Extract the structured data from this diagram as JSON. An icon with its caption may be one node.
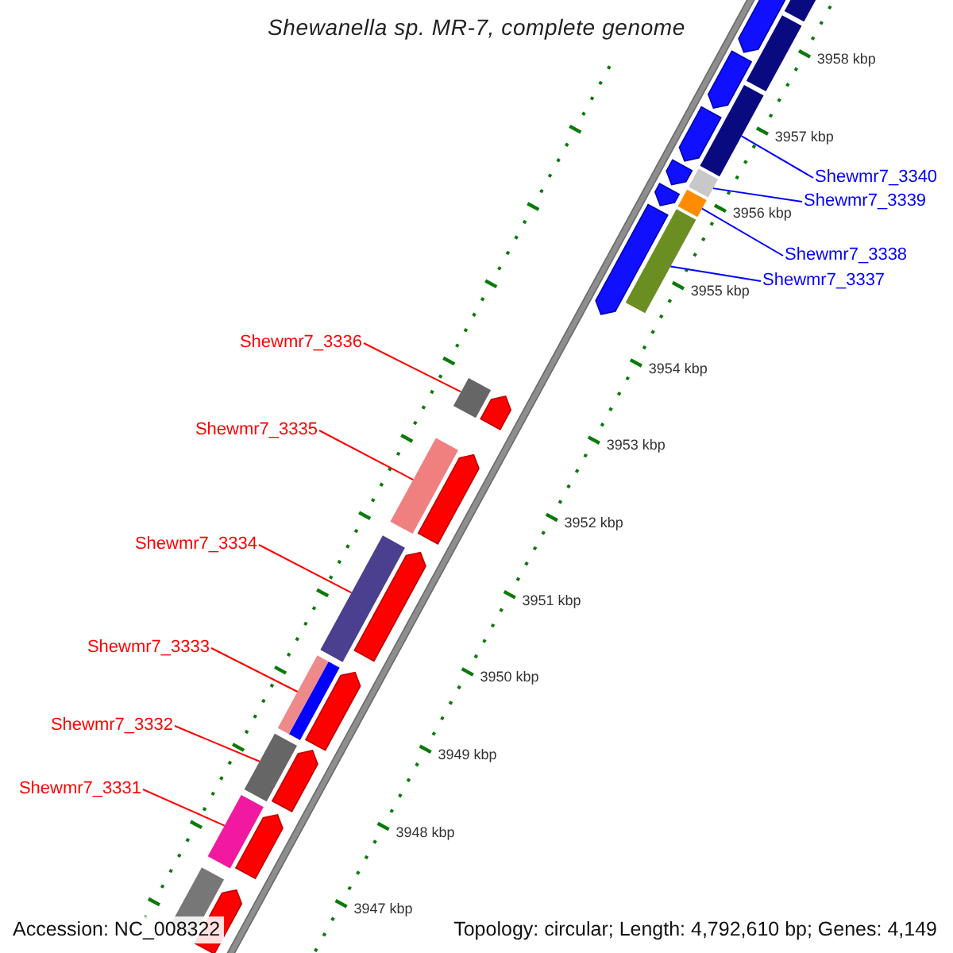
{
  "diagram": {
    "title": "Shewanella sp. MR-7, complete genome",
    "nodes": [
      {
        "text": [
          "Shewmr7_3340"
        ]
      },
      {
        "text": [
          "Shewmr7_3339"
        ]
      },
      {
        "text": [
          "Shewmr7_3338"
        ]
      },
      {
        "text": [
          "Shewmr7_3337"
        ]
      },
      {
        "text": [
          "Shewmr7_3336"
        ]
      },
      {
        "text": [
          "Shewmr7_3335"
        ]
      },
      {
        "text": [
          "Shewmr7_3334"
        ]
      },
      {
        "text": [
          "Shewmr7_3333"
        ]
      },
      {
        "text": [
          "Shewmr7_3332"
        ]
      },
      {
        "text": [
          "Shewmr7_3331"
        ]
      },
      {
        "text": [],
        "shape": "box"
      },
      {
        "text": [],
        "shape": "box"
      },
      {
        "text": [],
        "shape": "box"
      },
      {
        "text": [],
        "shape": "box"
      },
      {
        "text": [],
        "shape": "box"
      },
      {
        "text": [],
        "shape": "box"
      },
      {
        "text": [],
        "shape": "box"
      },
      {
        "text": [],
        "shape": "box"
      },
      {
        "text": [],
        "shape": "box"
      },
      {
        "text": [],
        "shape": "box"
      }
    ],
    "edges": [
      {
        "from": 0,
        "to": 10,
        "arrow": "none",
        "color": "#0000ff"
      },
      {
        "from": 1,
        "to": 11,
        "arrow": "none",
        "color": "#0000ff"
      },
      {
        "from": 2,
        "to": 12,
        "arrow": "none",
        "color": "#0000ff"
      },
      {
        "from": 3,
        "to": 13,
        "arrow": "none",
        "color": "#0000ff"
      },
      {
        "from": 4,
        "to": 14,
        "arrow": "none"
      },
      {
        "from": 5,
        "to": 15,
        "arrow": "none"
      },
      {
        "from": 6,
        "to": 16,
        "arrow": "none"
      },
      {
        "from": 7,
        "to": 17,
        "arrow": "none"
      },
      {
        "from": 8,
        "to": 18,
        "arrow": "none"
      },
      {
        "from": 9,
        "to": 19,
        "arrow": "none"
      }
    ],
    "labels": [
      "3958 kbp",
      "3957 kbp",
      "3956 kbp",
      "3955 kbp",
      "3954 kbp",
      "3953 kbp",
      "3952 kbp",
      "3951 kbp",
      "3950 kbp",
      "3949 kbp",
      "3948 kbp",
      "3947 kbp",
      "Accession: NC_008322",
      "Topology: circular; Length: 4,792,610 bp; Genes: 4,149"
    ]
  }
}
